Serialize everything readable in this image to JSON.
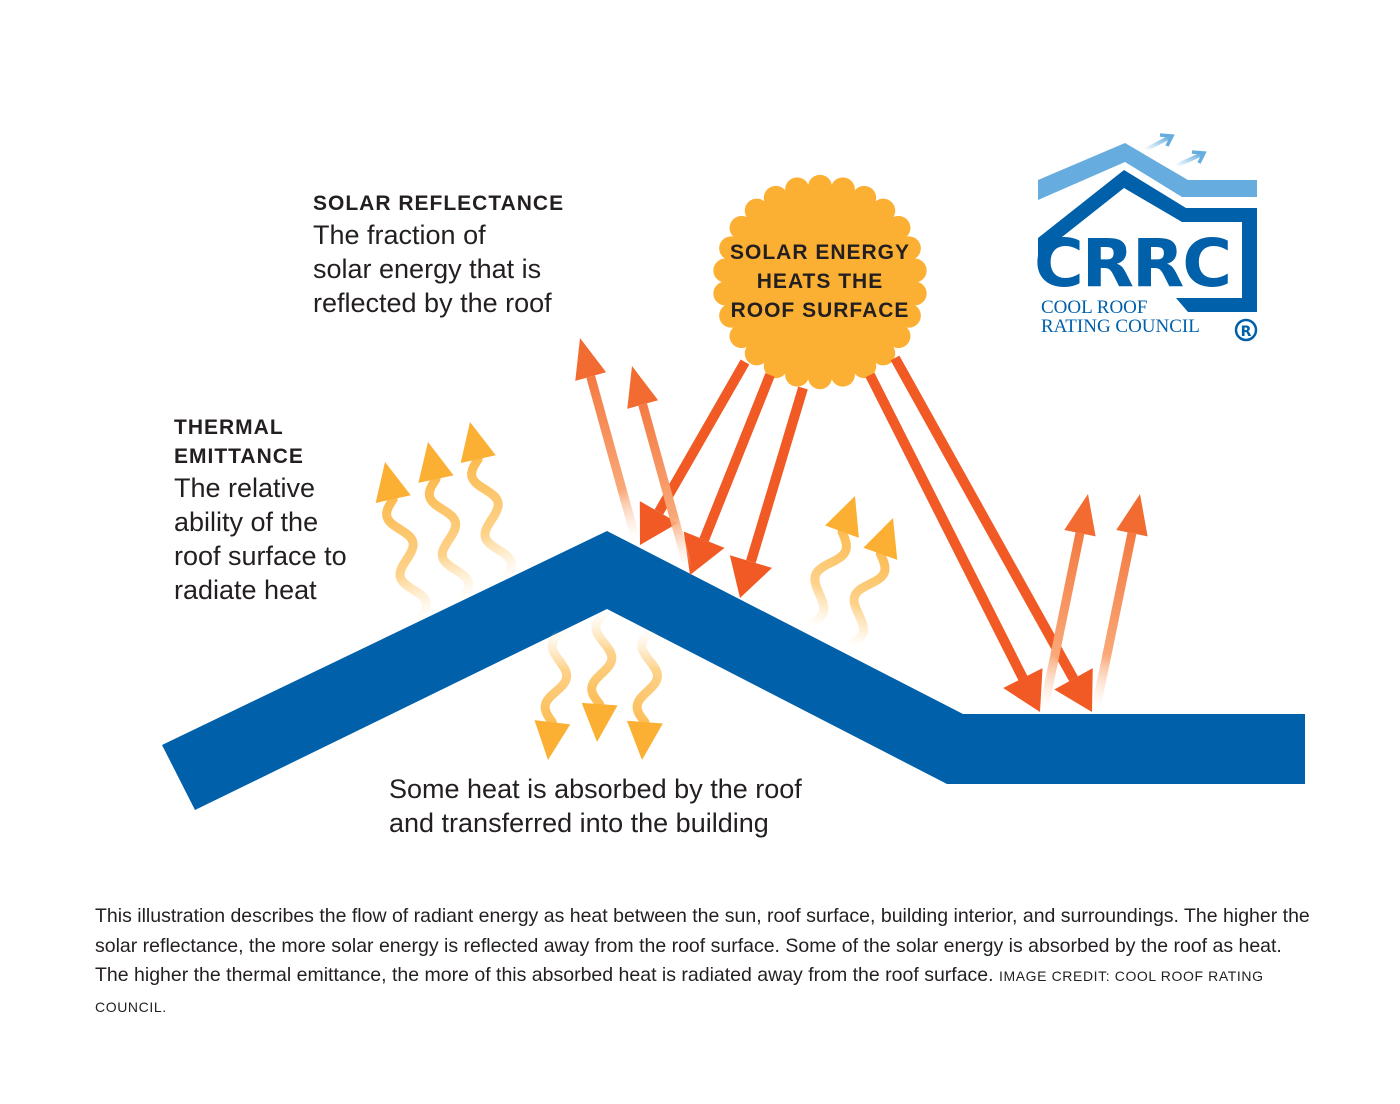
{
  "sun": {
    "label_line1": "SOLAR ENERGY",
    "label_line2": "HEATS THE",
    "label_line3": "ROOF SURFACE"
  },
  "solar_reflectance": {
    "heading": "SOLAR REFLECTANCE",
    "line1": "The fraction of",
    "line2": "solar energy that is",
    "line3": "reflected by the roof"
  },
  "thermal_emittance": {
    "heading_line1": "THERMAL",
    "heading_line2": "EMITTANCE",
    "line1": "The relative",
    "line2": "ability of the",
    "line3": "roof surface to",
    "line4": "radiate heat"
  },
  "absorbed": {
    "line1": "Some heat is absorbed by the roof",
    "line2": "and transferred into the building"
  },
  "logo": {
    "acronym": "CRRC",
    "line1": "COOL ROOF",
    "line2": "RATING COUNCIL",
    "registered": "®"
  },
  "caption": {
    "text": "This illustration describes the flow of radiant energy as heat between the sun, roof surface, building interior, and surroundings. The higher the solar reflectance, the more solar energy is reflected away from the roof surface. Some of the solar energy is absorbed by the roof as heat. The higher the thermal emittance, the more of this absorbed heat is radiated away from the roof surface.",
    "credit": "IMAGE CREDIT: COOL ROOF RATING COUNCIL."
  },
  "colors": {
    "roof_blue": "#0060aa",
    "logo_light_blue": "#66acdf",
    "sun_yellow": "#fbb034",
    "ray_orange": "#f15a24",
    "heat_yellow": "#fbb034",
    "text_dark": "#231f20"
  }
}
